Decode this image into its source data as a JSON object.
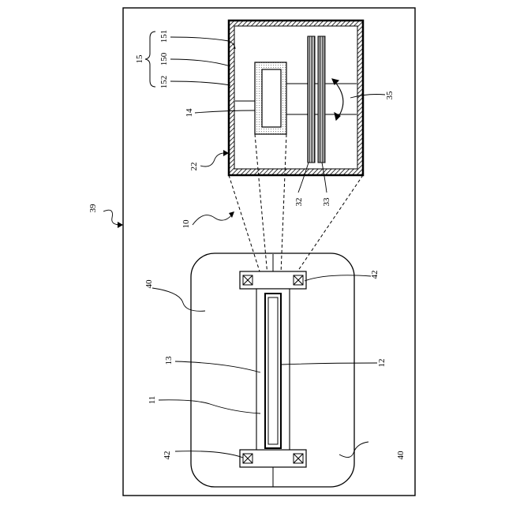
{
  "diagram": {
    "labels": {
      "l39": "39",
      "l10": "10",
      "l22": "22",
      "l15": "15",
      "l151": "151",
      "l150": "150",
      "l152": "152",
      "l14": "14",
      "l35": "35",
      "l32": "32",
      "l33": "33",
      "l40a": "40",
      "l40b": "40",
      "l42a": "42",
      "l42b": "42",
      "l13": "13",
      "l11": "11",
      "l12": "12"
    }
  }
}
